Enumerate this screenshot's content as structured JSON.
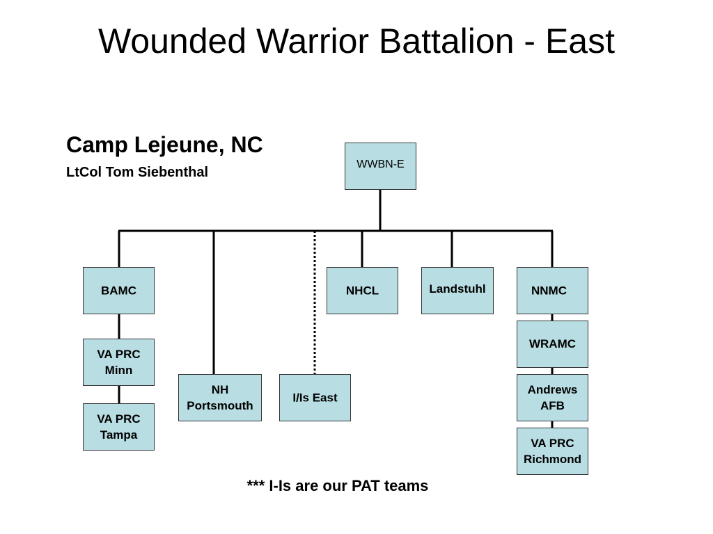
{
  "slide": {
    "title": "Wounded Warrior Battalion - East",
    "location": "Camp Lejeune, NC",
    "commander": "LtCol Tom Siebenthal",
    "footnote": "*** I-Is are our PAT teams"
  },
  "org_chart": {
    "root": "WWBN-E",
    "units": {
      "bamc": "BAMC",
      "va_prc_minn": "VA PRC\nMinn",
      "va_prc_tampa": "VA PRC\nTampa",
      "nh_portsmouth": "NH\nPortsmouth",
      "ils_east": "I/Is East",
      "nhcl": "NHCL",
      "landstuhl": "Landstuhl",
      "nnmc": "NNMC",
      "wramc": "WRAMC",
      "andrews_afb": "Andrews\nAFB",
      "va_prc_richmond": "VA PRC\nRichmond"
    }
  },
  "colors": {
    "box_fill": "#b8dde2",
    "box_border": "#333333",
    "connector": "#000000"
  }
}
